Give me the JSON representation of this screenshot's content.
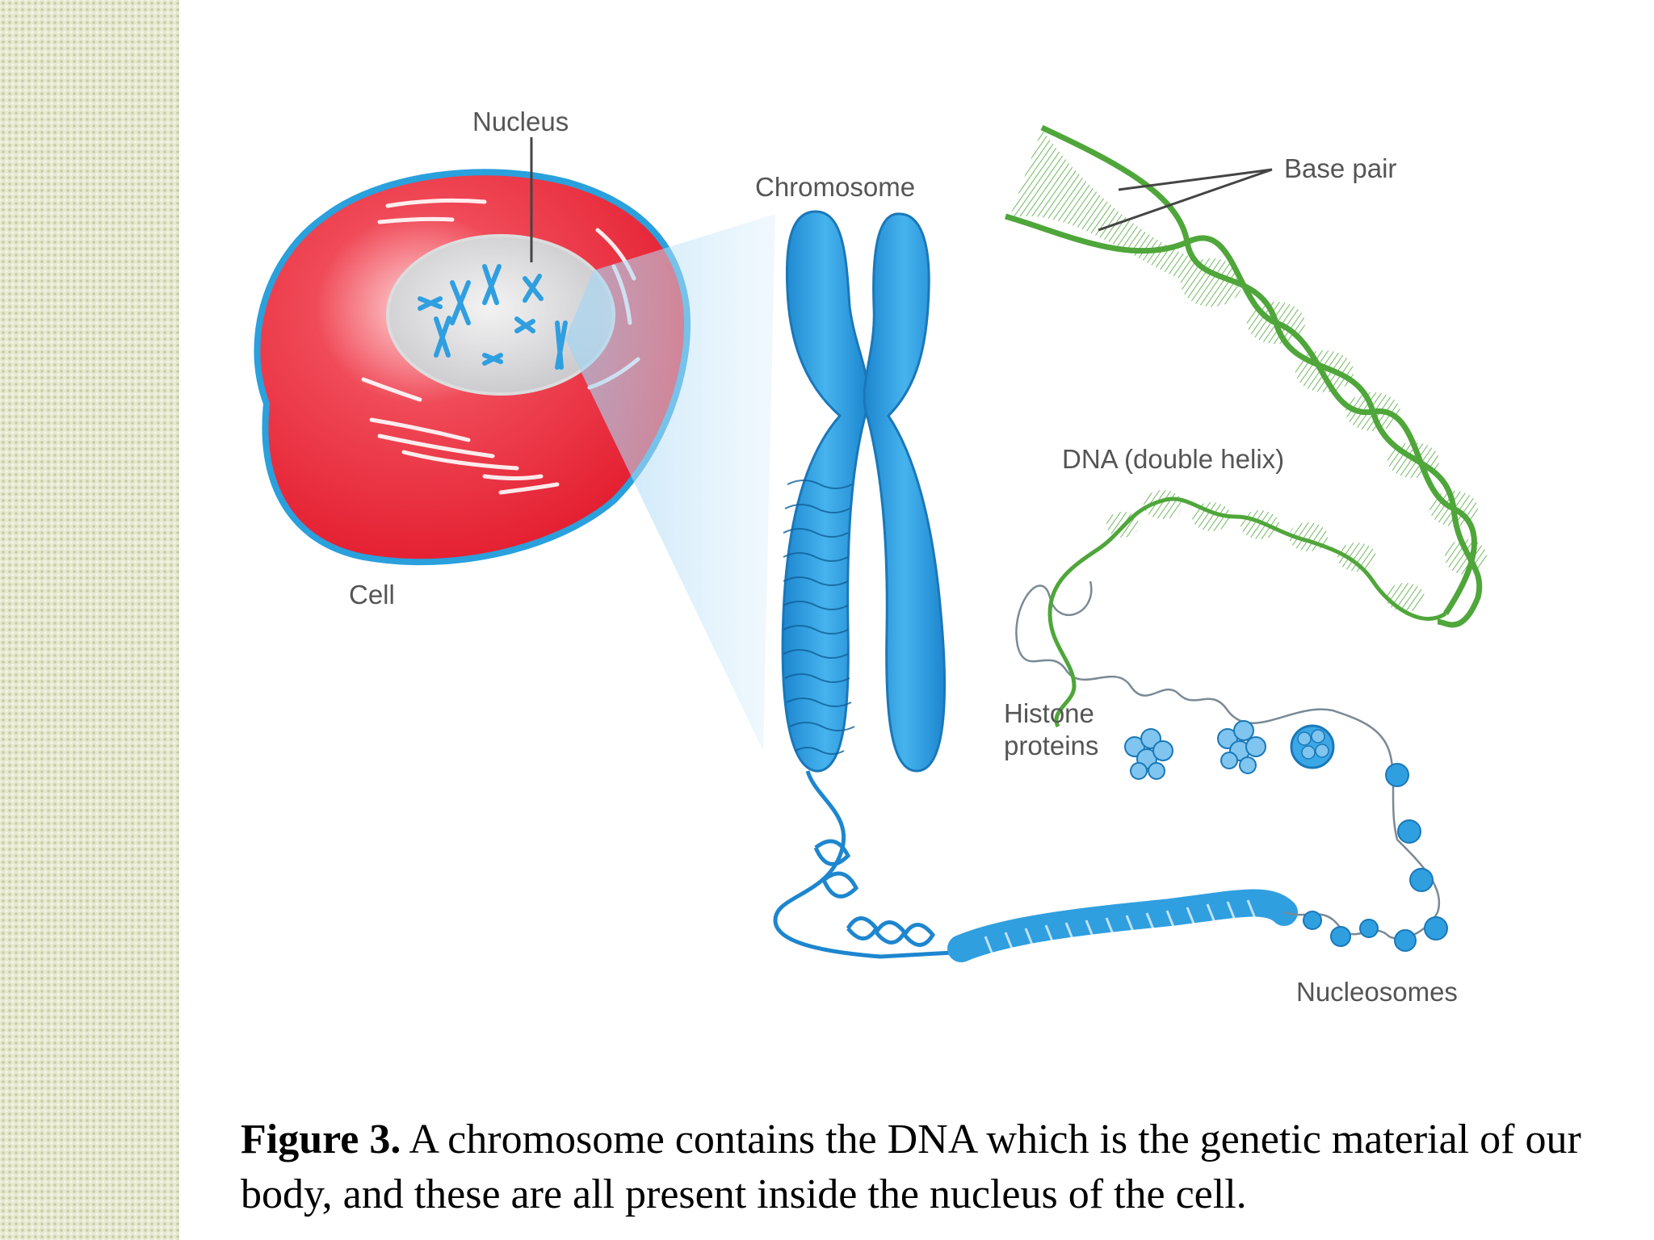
{
  "diagram": {
    "labels": {
      "nucleus": "Nucleus",
      "chromosome": "Chromosome",
      "base_pair": "Base pair",
      "cell": "Cell",
      "dna": "DNA (double helix)",
      "histone_line1": "Histone",
      "histone_line2": "proteins",
      "nucleosomes": "Nucleosomes"
    },
    "colors": {
      "cell_red": "#e31c2e",
      "chromosome_blue": "#2f9fe0",
      "dna_green": "#4fa63a",
      "side_strip": "#e6e9cf"
    }
  },
  "caption": {
    "figure_label": "Figure 3.",
    "text": " A chromosome contains the DNA which is the genetic material of our body, and these are all present inside the nucleus of the cell."
  }
}
